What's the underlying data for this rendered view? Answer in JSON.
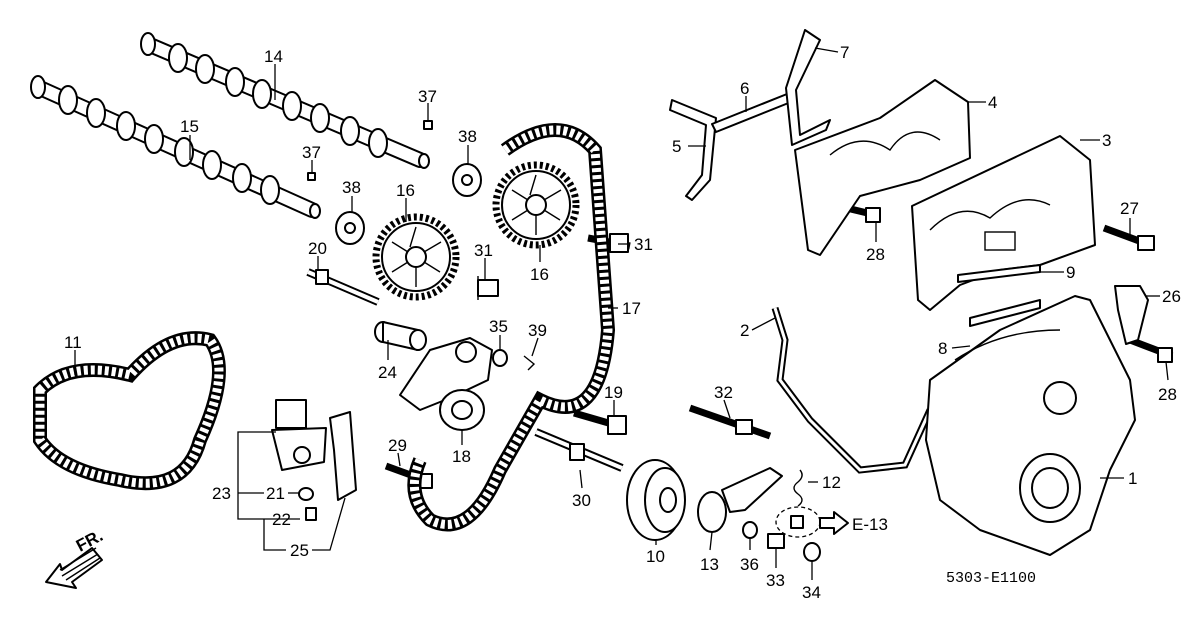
{
  "callouts": {
    "c1": "1",
    "c2": "2",
    "c3": "3",
    "c4": "4",
    "c5": "5",
    "c6": "6",
    "c7": "7",
    "c8": "8",
    "c9": "9",
    "c10": "10",
    "c11": "11",
    "c12": "12",
    "c13": "13",
    "c14": "14",
    "c15": "15",
    "c16a": "16",
    "c16b": "16",
    "c17": "17",
    "c18": "18",
    "c19": "19",
    "c20": "20",
    "c21": "21",
    "c22": "22",
    "c23": "23",
    "c24": "24",
    "c25": "25",
    "c26": "26",
    "c27": "27",
    "c28a": "28",
    "c28b": "28",
    "c29": "29",
    "c30": "30",
    "c31a": "31",
    "c31b": "31",
    "c32": "32",
    "c33": "33",
    "c34": "34",
    "c35": "35",
    "c36": "36",
    "c37a": "37",
    "c37b": "37",
    "c38a": "38",
    "c38b": "38",
    "c39": "39"
  },
  "reference": {
    "label": "E-13"
  },
  "direction": {
    "label": "FR."
  },
  "diagram_code": "5303-E1100",
  "icons": {
    "direction": "front-arrow-icon",
    "reference": "reference-arrow-icon"
  }
}
